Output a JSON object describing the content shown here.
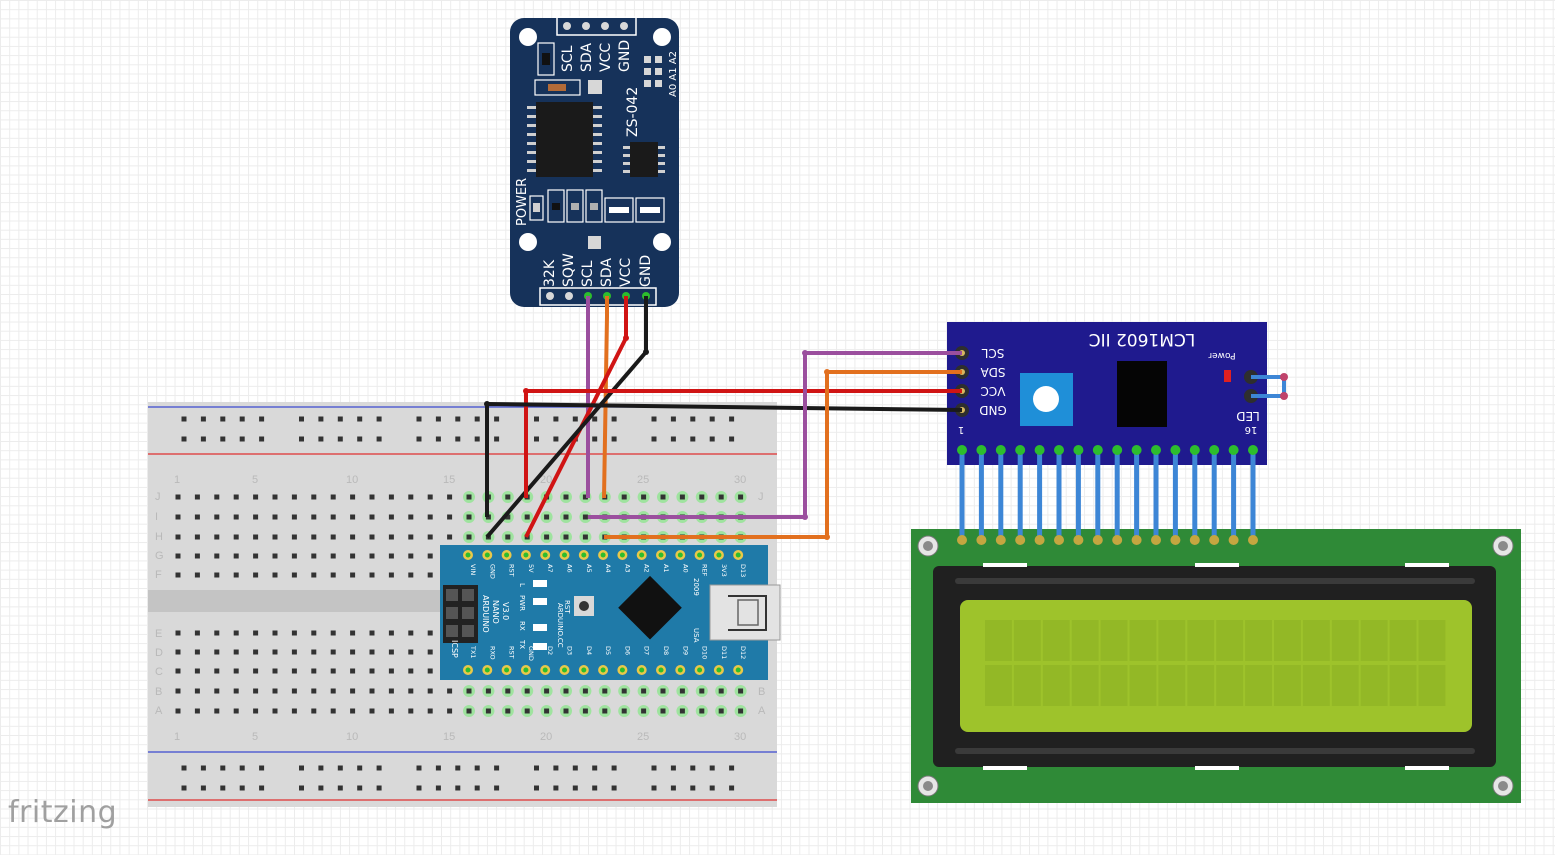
{
  "app": {
    "logo_text": "fritzing"
  },
  "breadboard": {
    "column_numbers": [
      "1",
      "5",
      "10",
      "15",
      "20",
      "25",
      "30"
    ],
    "row_letters_top": [
      "J",
      "I",
      "H",
      "G",
      "F"
    ],
    "row_letters_bottom": [
      "E",
      "D",
      "C",
      "B",
      "A"
    ]
  },
  "rtc_module": {
    "model": "ZS-042",
    "top_pins": [
      "SCL",
      "SDA",
      "VCC",
      "GND"
    ],
    "address_label": "A0 A1 A2",
    "power_label": "POWER",
    "bottom_pins": [
      "32K",
      "SQW",
      "SCL",
      "SDA",
      "VCC",
      "GND"
    ]
  },
  "i2c_backpack": {
    "title": "LCM1602 IIC",
    "pins": [
      "SCL",
      "SDA",
      "VCC",
      "GND"
    ],
    "power_label": "Power",
    "led_label": "LED",
    "pin_one_label": "1",
    "pin_sixteen_label": "16"
  },
  "arduino_nano": {
    "name_lines": [
      "ARDUINO",
      "NANO",
      "V3.0"
    ],
    "website": "ARDUINO.CC",
    "year": "2009",
    "usb_label": "USA",
    "icsp_label": "ICSP",
    "led_labels": [
      "L",
      "PWR",
      "RX",
      "TX"
    ],
    "rst_label": "RST",
    "top_pins": [
      "VIN",
      "GND",
      "RST",
      "5V",
      "A7",
      "A6",
      "A5",
      "A4",
      "A3",
      "A2",
      "A1",
      "A0",
      "REF",
      "3V3",
      "D13"
    ],
    "bottom_pins": [
      "TX1",
      "RXO",
      "RST",
      "GND",
      "D2",
      "D3",
      "D4",
      "D5",
      "D6",
      "D7",
      "D8",
      "D9",
      "D10",
      "D11",
      "D12"
    ]
  },
  "wire_colors": {
    "scl": "#9b4f9e",
    "sda": "#e2701f",
    "vcc": "#d01414",
    "gnd": "#1a1a1a",
    "lcd_bus": "#3d86d6"
  }
}
